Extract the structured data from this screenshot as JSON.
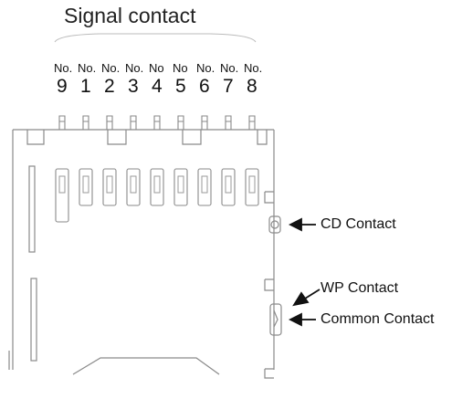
{
  "title": "Signal contact",
  "pins": [
    {
      "prefix": "No.",
      "number": "9"
    },
    {
      "prefix": "No.",
      "number": "1"
    },
    {
      "prefix": "No.",
      "number": "2"
    },
    {
      "prefix": "No.",
      "number": "3"
    },
    {
      "prefix": "No",
      "number": "4"
    },
    {
      "prefix": "No",
      "number": "5"
    },
    {
      "prefix": "No.",
      "number": "6"
    },
    {
      "prefix": "No.",
      "number": "7"
    },
    {
      "prefix": "No.",
      "number": "8"
    }
  ],
  "callouts": {
    "cd": "CD Contact",
    "wp": "WP Contact",
    "common": "Common Contact"
  },
  "colors": {
    "outline": "#8a8a8a",
    "text": "#111111",
    "arrow": "#111111"
  }
}
